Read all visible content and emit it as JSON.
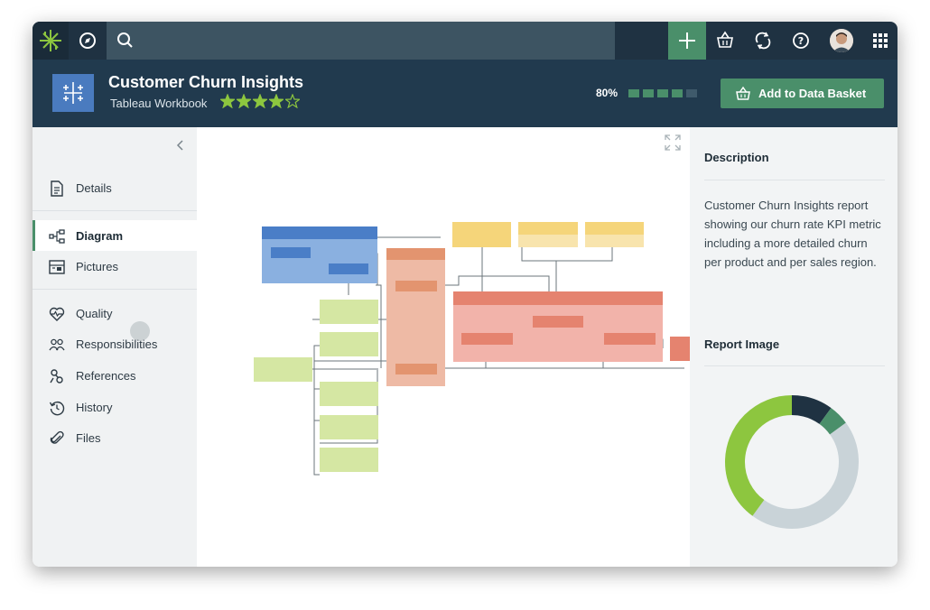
{
  "topbar": {
    "icons": [
      "tableau-logo-icon",
      "compass-icon",
      "search-icon",
      "plus-icon",
      "basket-icon",
      "sync-icon",
      "help-icon",
      "apps-grid-icon"
    ],
    "colors": {
      "bar": "#1f3242",
      "search": "#3d5462",
      "plus": "#4a8f6a"
    }
  },
  "header": {
    "title": "Customer Churn Insights",
    "subtitle": "Tableau Workbook",
    "rating": 4,
    "rating_max": 5,
    "quality_pct_label": "80%",
    "quality_pct": 80,
    "add_button_label": "Add to Data Basket",
    "colors": {
      "star": "#8dc63f",
      "accent": "#4a8f6a"
    }
  },
  "sidebar": {
    "items": [
      {
        "label": "Details",
        "icon": "document-icon"
      },
      {
        "label": "Diagram",
        "icon": "diagram-icon",
        "active": true
      },
      {
        "label": "Pictures",
        "icon": "picture-icon"
      },
      {
        "label": "Quality",
        "icon": "heart-pulse-icon"
      },
      {
        "label": "Responsibilities",
        "icon": "people-icon"
      },
      {
        "label": "References",
        "icon": "link-icon"
      },
      {
        "label": "History",
        "icon": "history-icon"
      },
      {
        "label": "Files",
        "icon": "paperclip-icon"
      }
    ]
  },
  "panel": {
    "description_heading": "Description",
    "description_text": "Customer Churn Insights report showing our churn rate KPI metric including a more detailed churn per product and per sales region.",
    "report_image_heading": "Report Image",
    "donut_fractions": [
      0.1,
      0.05,
      0.45,
      0.4
    ],
    "donut_colors": [
      "#1f3242",
      "#4a8f6a",
      "#c9d3d8",
      "#8dc63f"
    ]
  }
}
